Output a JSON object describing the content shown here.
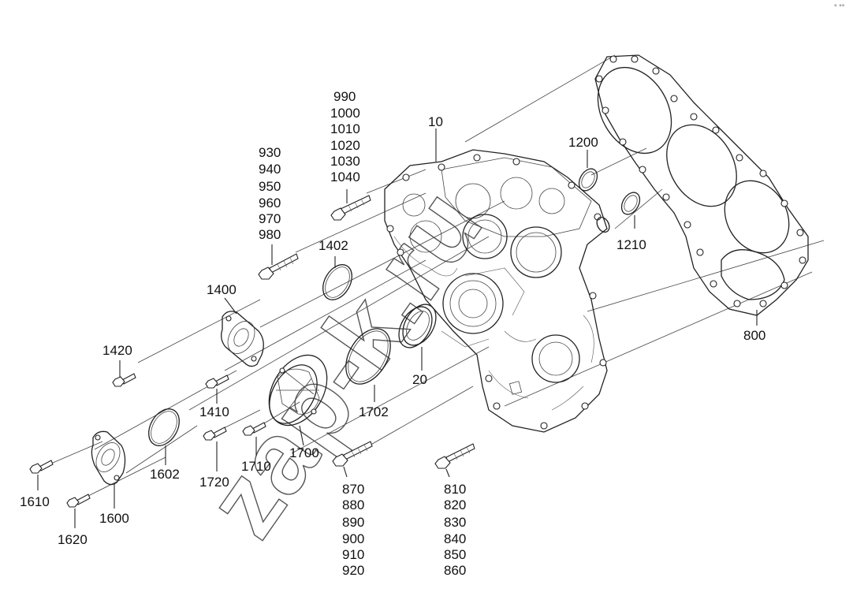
{
  "labels": {
    "l10": "10",
    "l20": "20",
    "l800": "800",
    "l990": "990",
    "l1000": "1000",
    "l1010": "1010",
    "l1020": "1020",
    "l1030": "1030",
    "l1040": "1040",
    "l930": "930",
    "l940": "940",
    "l950": "950",
    "l960": "960",
    "l970": "970",
    "l980": "980",
    "l1200": "1200",
    "l1210": "1210",
    "l1402": "1402",
    "l1400": "1400",
    "l1420": "1420",
    "l1410": "1410",
    "l1702": "1702",
    "l1602": "1602",
    "l1610": "1610",
    "l1600": "1600",
    "l1620": "1620",
    "l1720": "1720",
    "l1710": "1710",
    "l1700": "1700",
    "l870": "870",
    "l880": "880",
    "l890": "890",
    "l900": "900",
    "l910": "910",
    "l920": "920",
    "l810": "810",
    "l820": "820",
    "l830": "830",
    "l840": "840",
    "l850": "850",
    "l860": "860"
  },
  "watermark": "zap-k.ru",
  "corner_mark": "° °°"
}
